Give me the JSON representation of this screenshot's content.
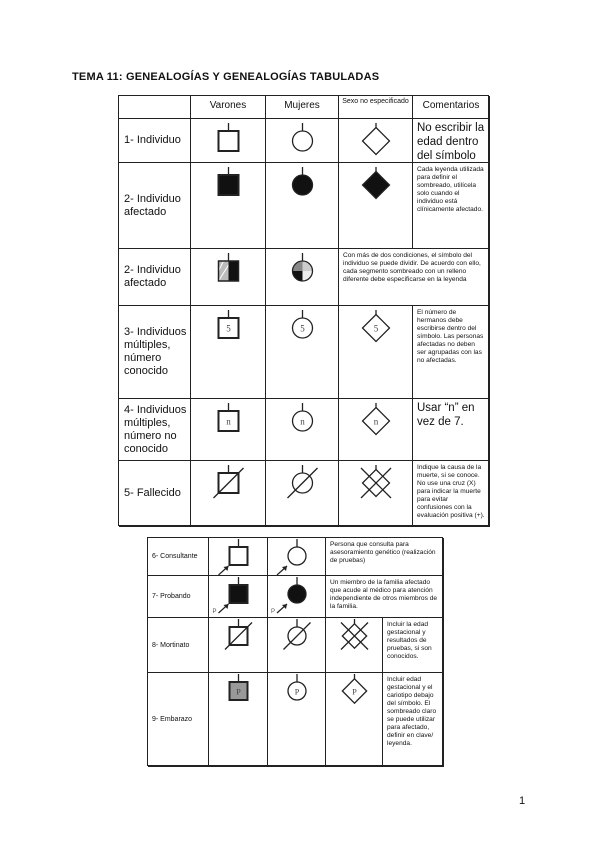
{
  "title": "TEMA 11: GENEALOGÍAS Y GENEALOGÍAS TABULADAS",
  "page_number": "1",
  "top_table": {
    "headers": [
      "",
      "Varones",
      "Mujeres",
      "Sexo no especificado",
      "Comentarios"
    ],
    "rows": [
      {
        "label": "1- Individuo",
        "symbols": [
          "square",
          "circle",
          "diamond"
        ],
        "fill": "none",
        "comment": "No escribir la edad dentro del símbolo",
        "comment_size": "big"
      },
      {
        "label": "2- Individuo afectado",
        "symbols": [
          "square",
          "circle",
          "diamond"
        ],
        "fill": "black",
        "comment": "Cada leyenda utilizada para definir el sombreado, utilícela solo cuando el individuo está clínicamente afectado."
      },
      {
        "label": "2- Individuo afectado",
        "symbols": [
          "square",
          "circle"
        ],
        "fill": "multi",
        "comment": "Con más de dos condiciones, el símbolo del individuo se puede dividir. De acuerdo con ello, cada segmento sombreado con un relleno diferente debe especificarse en la leyenda",
        "comment_span": true
      },
      {
        "label": "3- Individuos múltiples, número conocido",
        "symbols": [
          "square",
          "circle",
          "diamond"
        ],
        "fill": "none",
        "text": "5",
        "comment": "El número de hermanos debe escribirse dentro del símbolo. Las personas afectadas no deben ser agrupadas con las no afectadas."
      },
      {
        "label": "4- Individuos múltiples, número no conocido",
        "symbols": [
          "square",
          "circle",
          "diamond"
        ],
        "fill": "none",
        "text": "n",
        "comment": "Usar “n” en vez de 7.",
        "comment_size": "big"
      },
      {
        "label": "5- Fallecido",
        "symbols": [
          "square",
          "circle",
          "diamond"
        ],
        "fill": "none",
        "deceased": true,
        "comment": "Indique la causa de la muerte, si se conoce. No use una cruz (X) para indicar la muerte para evitar confusiones con la evaluación positiva (+)."
      }
    ]
  },
  "bottom_table": {
    "rows": [
      {
        "label": "6- Consultante",
        "symbols": [
          "square",
          "circle"
        ],
        "fill": "none",
        "arrow": true,
        "comment": "Persona que consulta para asesoramiento genético (realización de pruebas)",
        "comment_span": true
      },
      {
        "label": "7- Probando",
        "symbols": [
          "square",
          "circle"
        ],
        "fill": "black",
        "arrow": true,
        "arrow_label": "P",
        "comment": "Un miembro de la familia afectado que acude al médico para atención independiente de otros miembros de la familia.",
        "comment_span": true
      },
      {
        "label": "8- Mortinato",
        "symbols": [
          "square",
          "circle",
          "diamond"
        ],
        "fill": "none",
        "deceased": true,
        "comment": "Incluir la edad gestacional y resultados de pruebas, si son conocidos."
      },
      {
        "label": "9- Embarazo",
        "symbols": [
          "square",
          "circle",
          "diamond"
        ],
        "fill": "none",
        "text": "P",
        "shaded_first": true,
        "comment": "Incluir edad gestacional y el cariotipo debajo del símbolo. El sombreado claro se puede utilizar para afectado, definir en clave/ leyenda."
      }
    ]
  },
  "colors": {
    "line": "#222222",
    "fill": "#111111",
    "shade": "#999999"
  }
}
